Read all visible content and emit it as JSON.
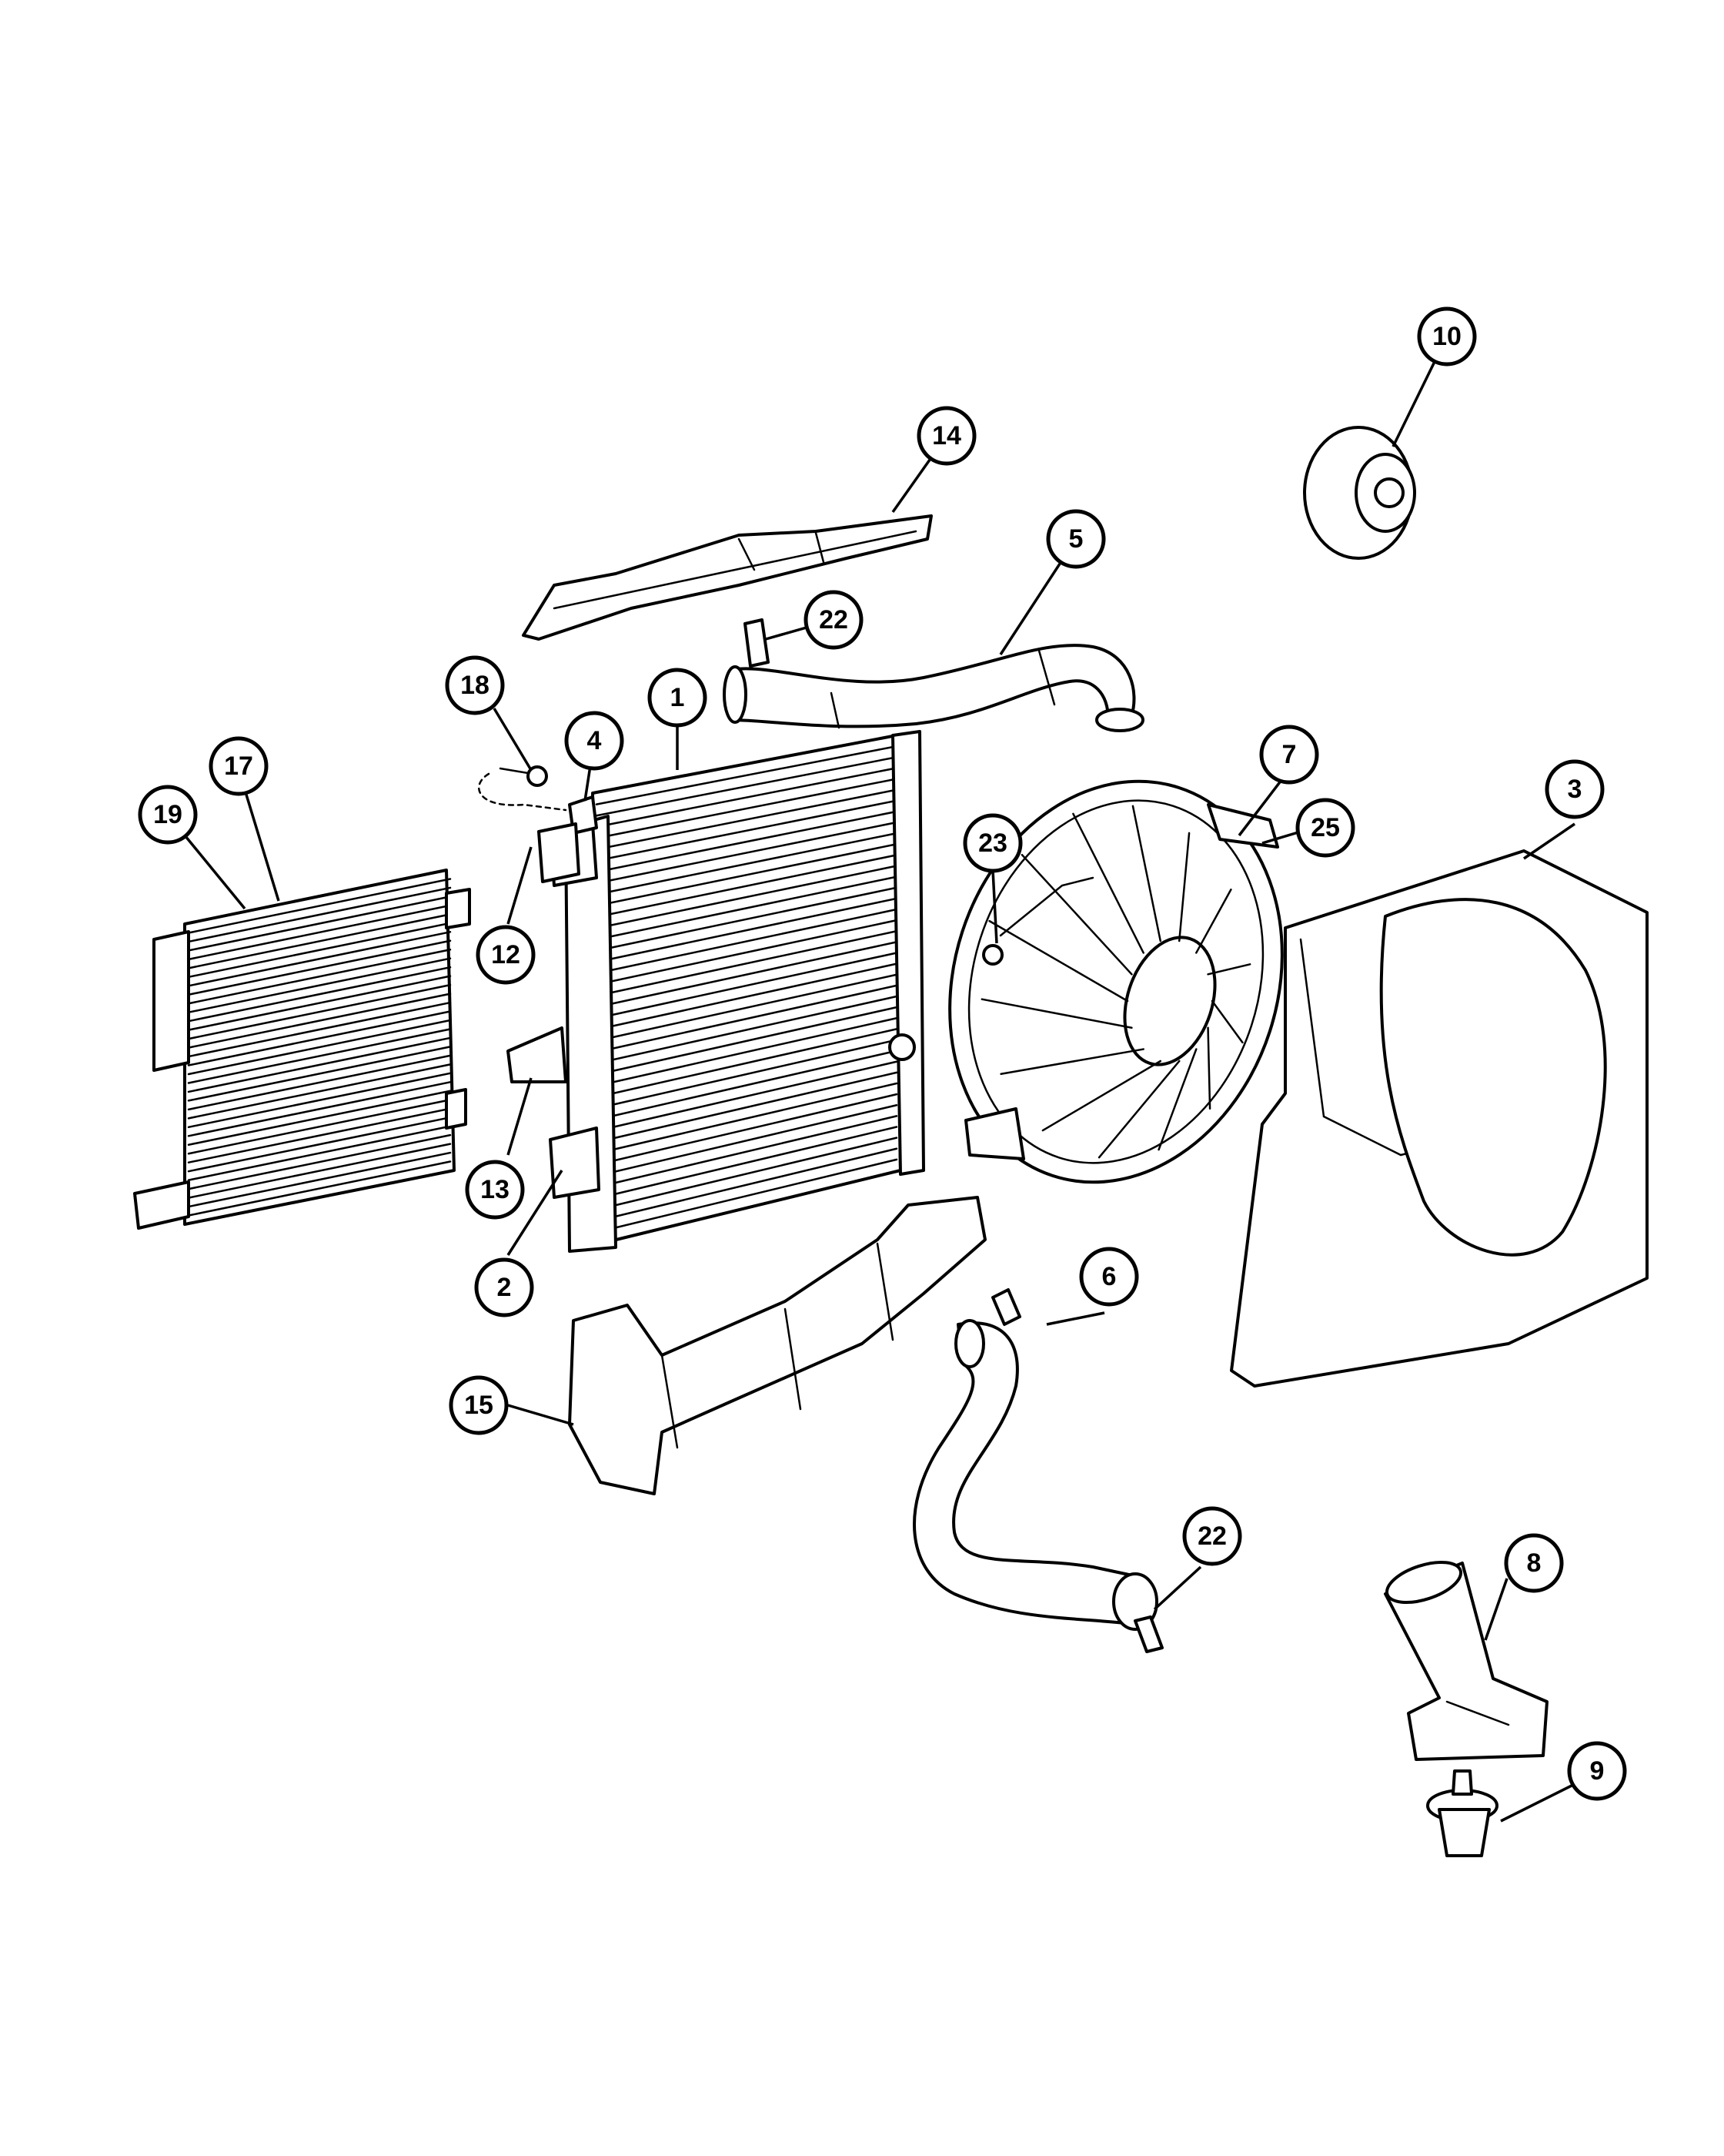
{
  "diagram": {
    "callouts": [
      {
        "id": "callout-1",
        "number": "1"
      },
      {
        "id": "callout-2",
        "number": "2"
      },
      {
        "id": "callout-3",
        "number": "3"
      },
      {
        "id": "callout-4",
        "number": "4"
      },
      {
        "id": "callout-5",
        "number": "5"
      },
      {
        "id": "callout-6",
        "number": "6"
      },
      {
        "id": "callout-7",
        "number": "7"
      },
      {
        "id": "callout-8",
        "number": "8"
      },
      {
        "id": "callout-9",
        "number": "9"
      },
      {
        "id": "callout-10",
        "number": "10"
      },
      {
        "id": "callout-12",
        "number": "12"
      },
      {
        "id": "callout-13",
        "number": "13"
      },
      {
        "id": "callout-14",
        "number": "14"
      },
      {
        "id": "callout-15",
        "number": "15"
      },
      {
        "id": "callout-17",
        "number": "17"
      },
      {
        "id": "callout-18",
        "number": "18"
      },
      {
        "id": "callout-19",
        "number": "19"
      },
      {
        "id": "callout-22a",
        "number": "22"
      },
      {
        "id": "callout-22b",
        "number": "22"
      },
      {
        "id": "callout-23",
        "number": "23"
      },
      {
        "id": "callout-25",
        "number": "25"
      }
    ]
  }
}
